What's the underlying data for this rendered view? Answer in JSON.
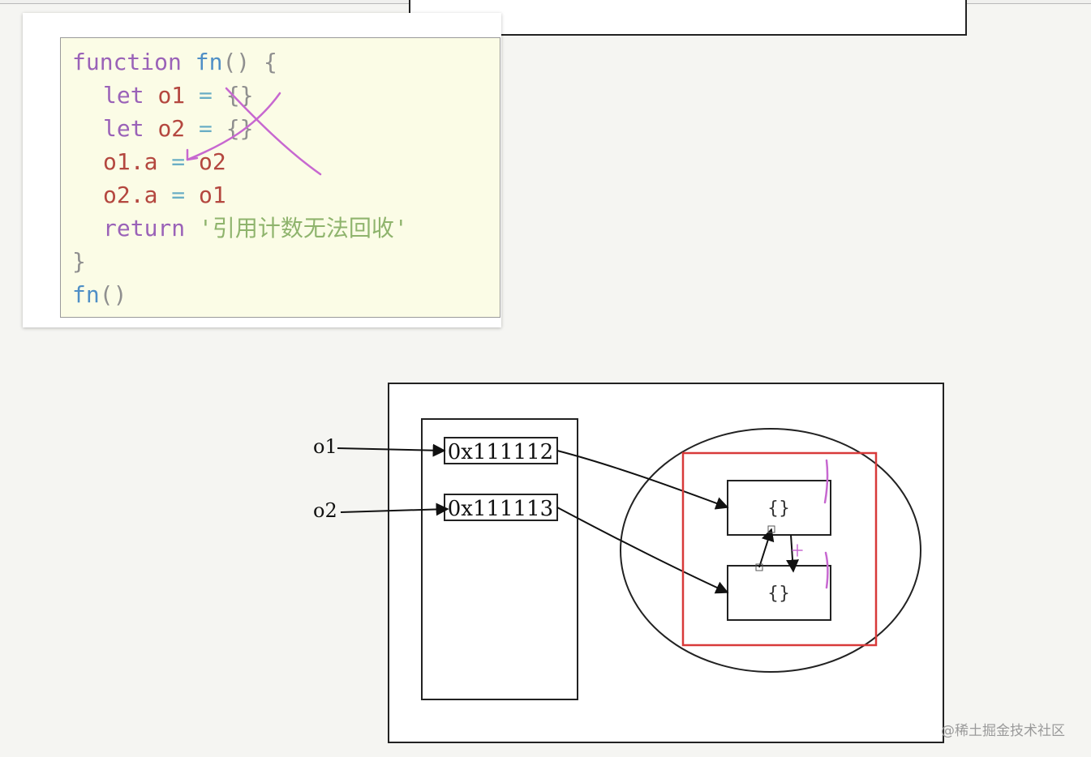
{
  "code": {
    "line1": {
      "kw": "function",
      "fn": "fn",
      "rest": "() {"
    },
    "line2": {
      "kw": "let",
      "var": "o1",
      "eq": "=",
      "val": "{}"
    },
    "line3": {
      "kw": "let",
      "var": "o2",
      "eq": "=",
      "val": "{}"
    },
    "line4": {
      "lhs": "o1.a",
      "eq": "=",
      "rhs": "o2"
    },
    "line5": {
      "lhs": "o2.a",
      "eq": "=",
      "rhs": "o1"
    },
    "line6": {
      "kw": "return",
      "str": "'引用计数无法回收'"
    },
    "line7": {
      "brace": "}"
    },
    "line8": {
      "fn": "fn",
      "rest": "()"
    }
  },
  "diagram": {
    "var1": "o1",
    "var2": "o2",
    "addr1": "0x111112",
    "addr2": "0x111113",
    "obj1": "{}",
    "obj2": "{}",
    "cross_mark_color": "#c768d0",
    "highlight_color": "#d83a3a"
  },
  "watermark": "@稀土掘金技术社区"
}
